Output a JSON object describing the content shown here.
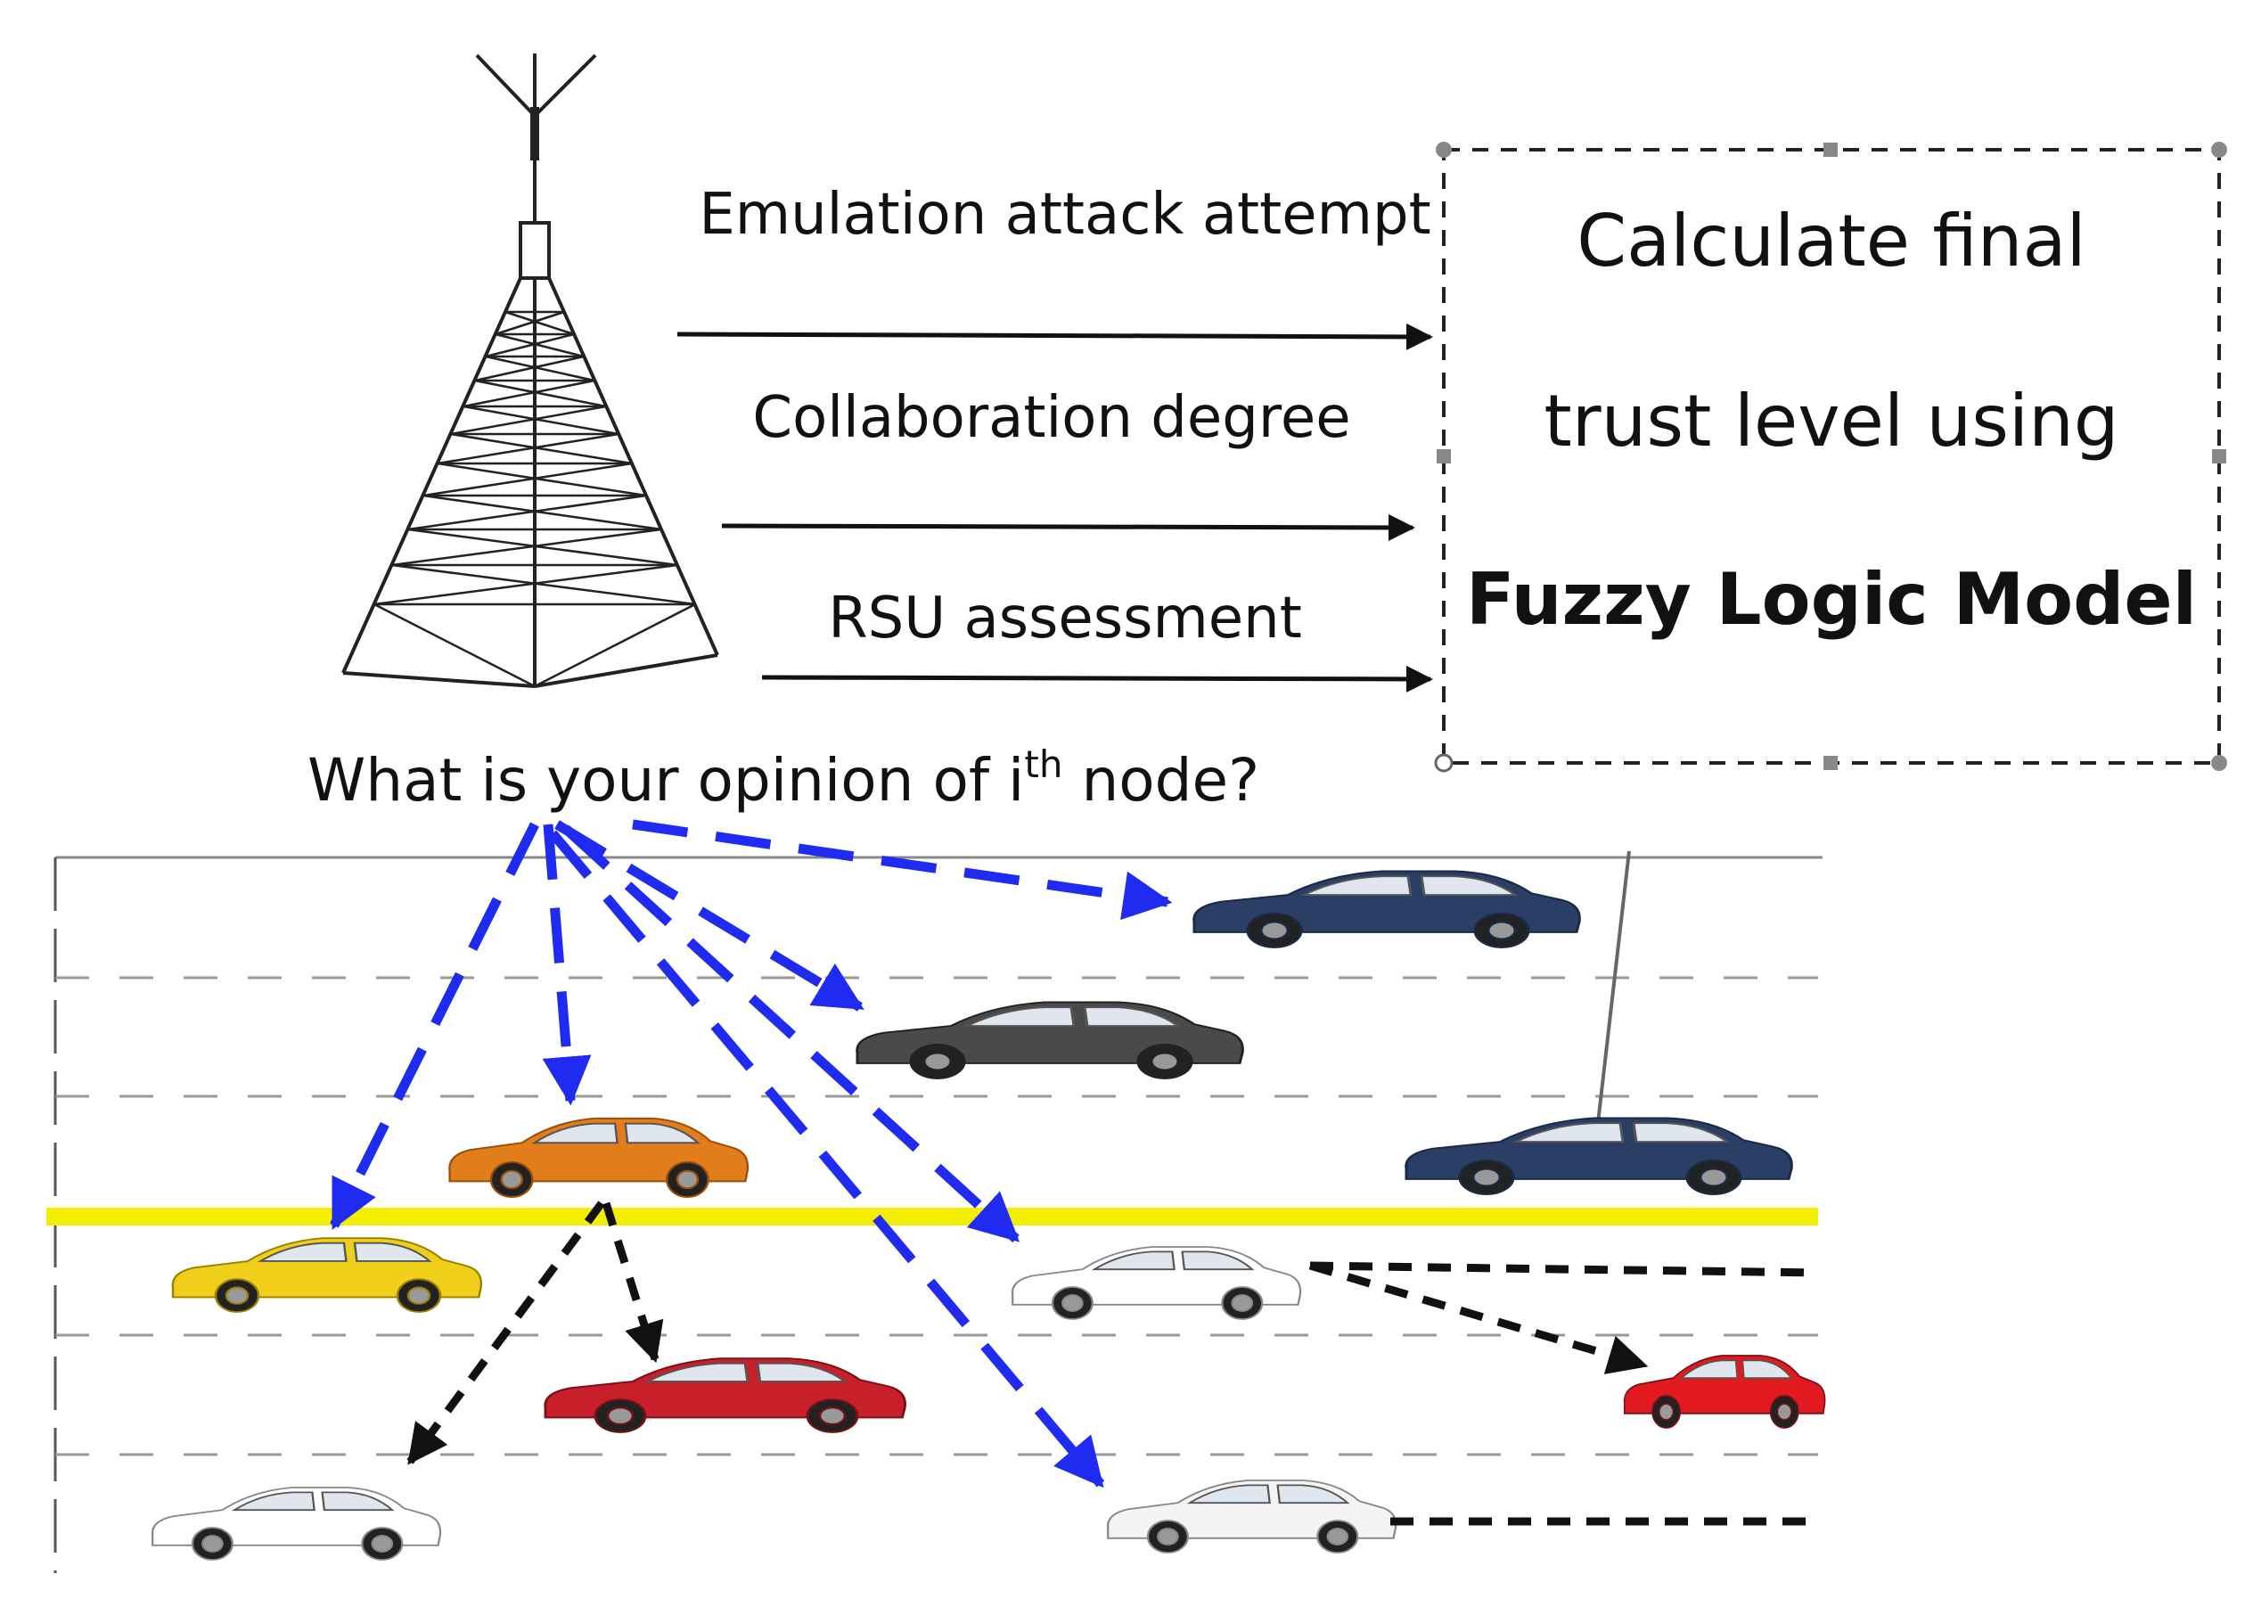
{
  "inputs": [
    {
      "label": "Emulation attack attempt"
    },
    {
      "label": "Collaboration degree"
    },
    {
      "label": "RSU assessment"
    }
  ],
  "model_box": {
    "line1": "Calculate final",
    "line2": "trust level using",
    "line3": "Fuzzy Logic Model"
  },
  "query": {
    "prefix": "What is your opinion of i",
    "superscript": "th",
    "suffix": " node?"
  },
  "colors": {
    "query_arrow": "#1f2bf0",
    "peer_arrow": "#111111",
    "divider_line": "#f2ef00",
    "tower": "#222222"
  },
  "icons": {
    "tower": "rsu-tower-icon",
    "vehicle": "car-icon"
  },
  "vehicles": [
    {
      "color": "#2b3f66"
    },
    {
      "color": "#4a4a4a"
    },
    {
      "color": "#e27d1b"
    },
    {
      "color": "#2b3f66"
    },
    {
      "color": "#f0cf1a"
    },
    {
      "color": "#ffffff"
    },
    {
      "color": "#c8202a"
    },
    {
      "color": "#e01a1f"
    },
    {
      "color": "#ffffff"
    },
    {
      "color": "#f4f4f4"
    }
  ]
}
